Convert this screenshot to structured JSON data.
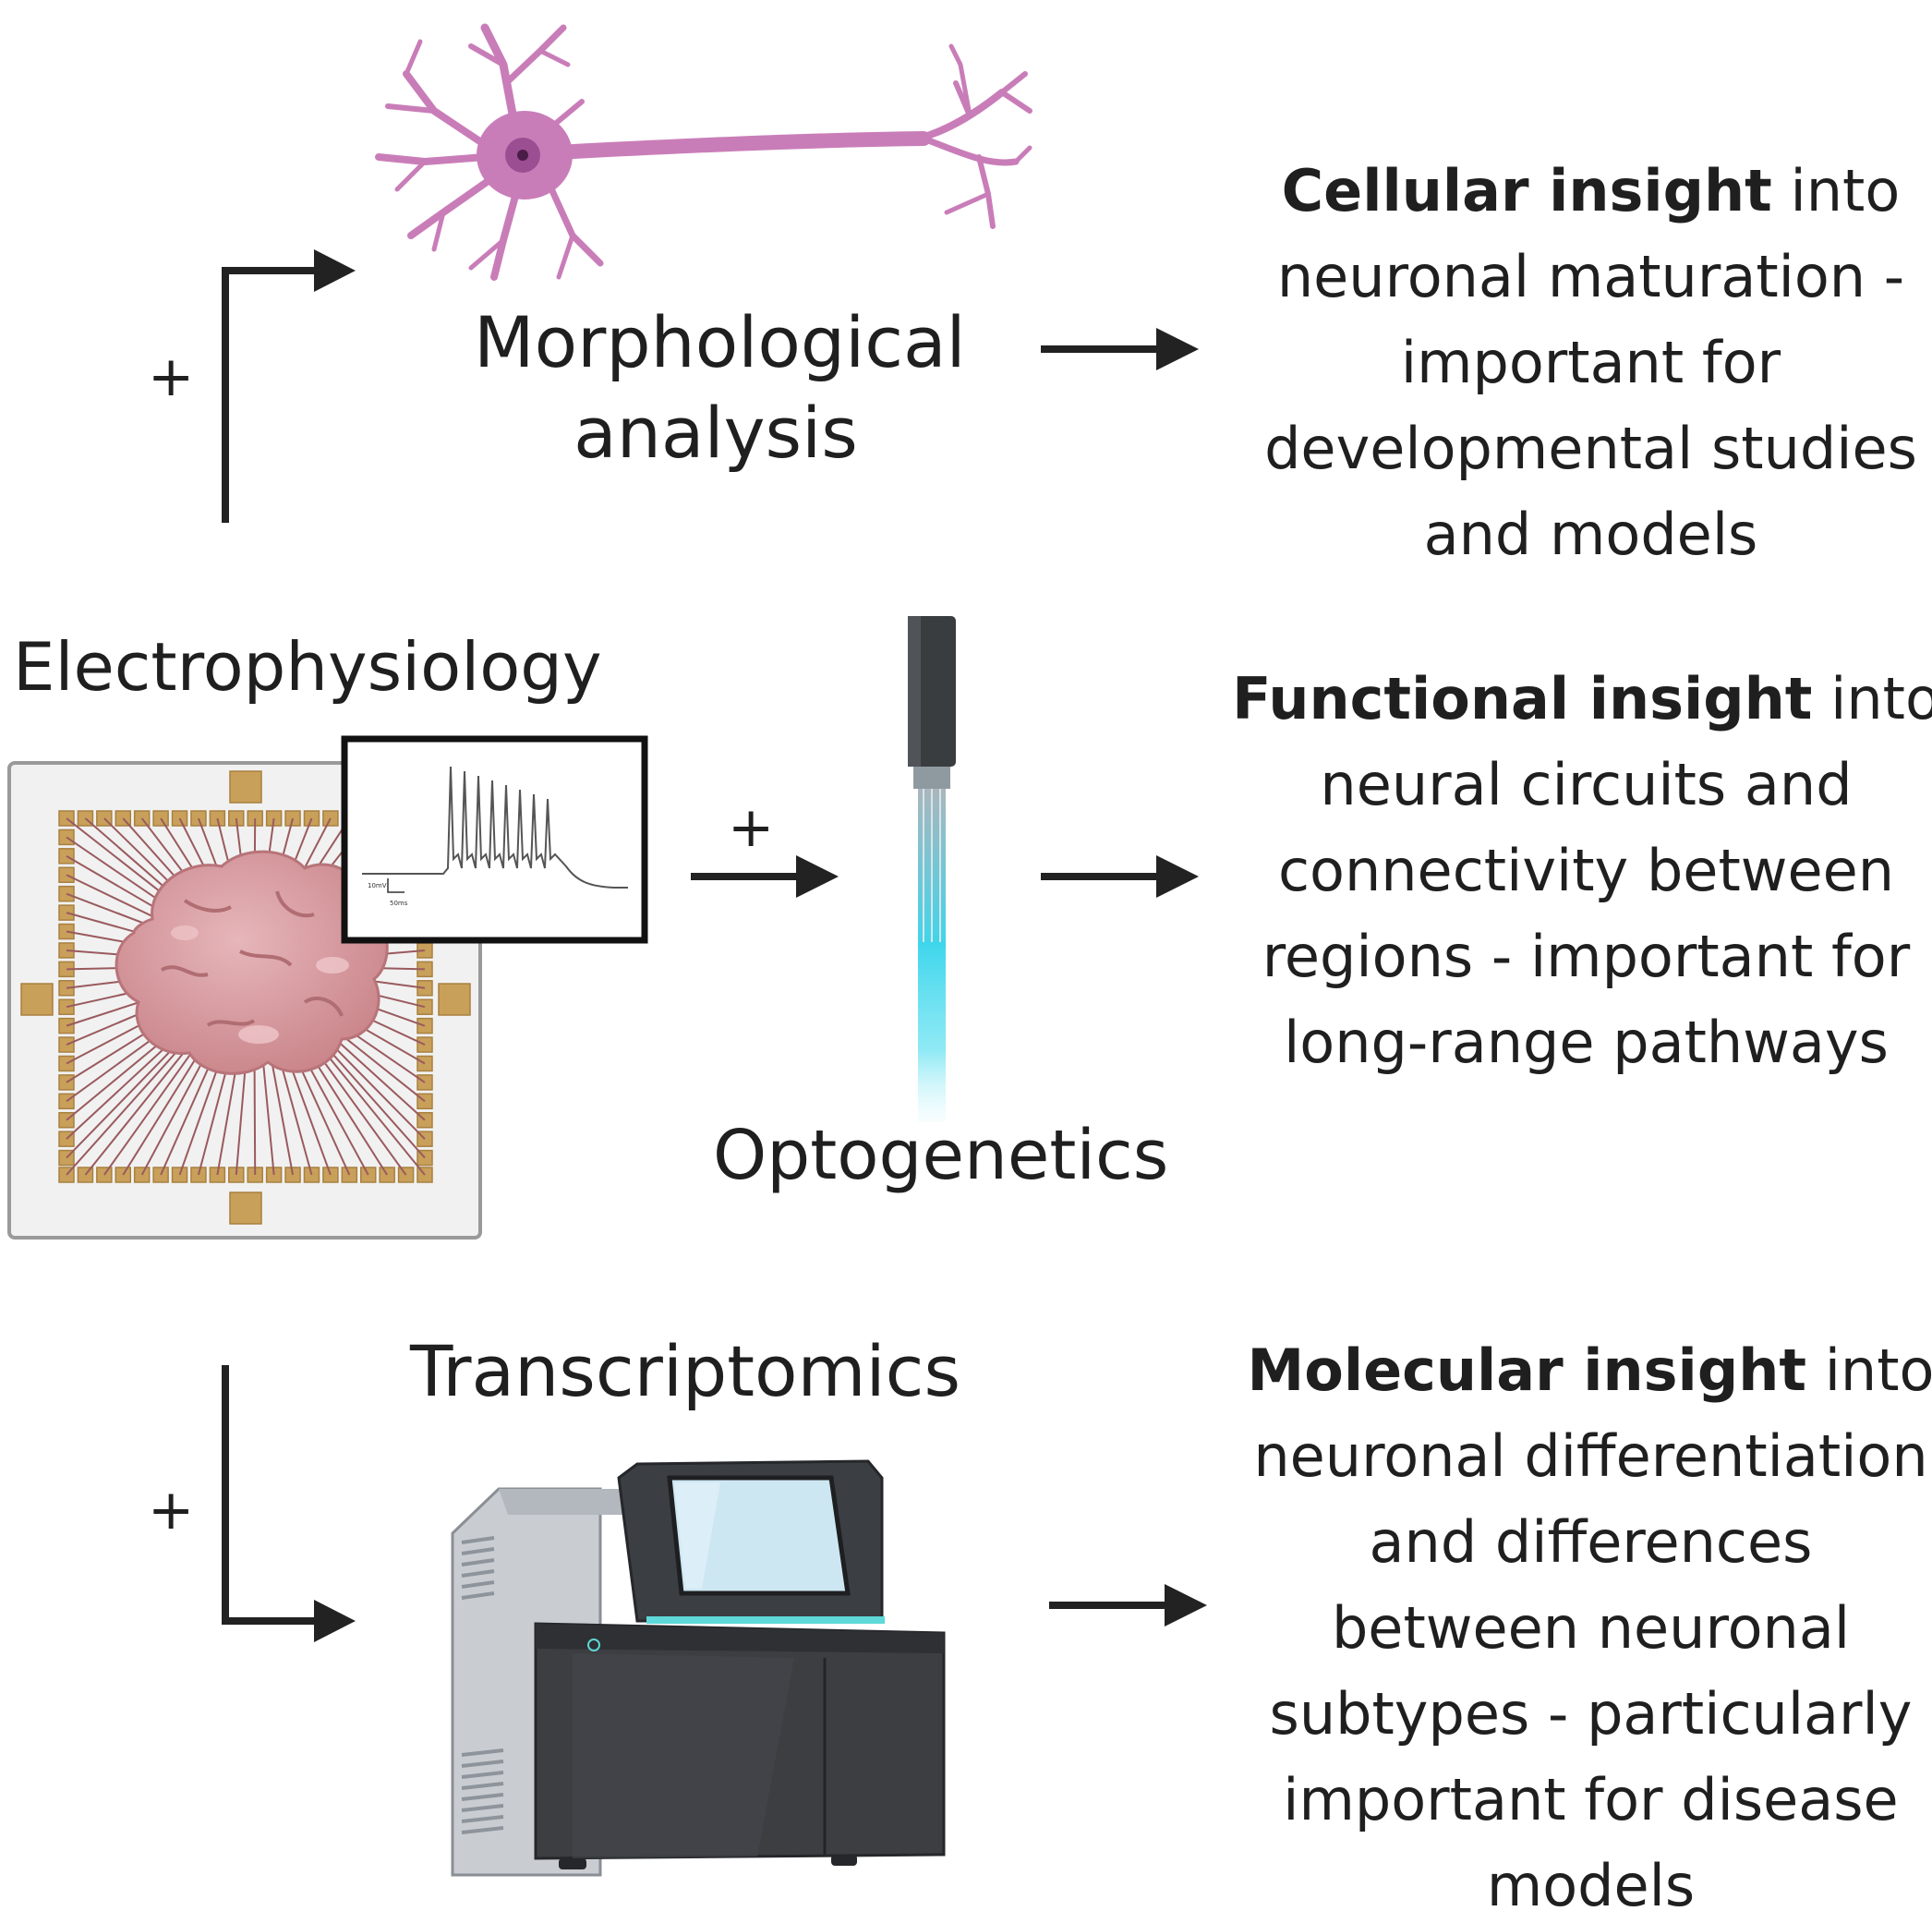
{
  "labels": {
    "morphological": [
      "Morphological",
      "analysis"
    ],
    "electrophysiology": "Electrophysiology",
    "optogenetics": "Optogenetics",
    "transcriptomics": "Transcriptomics",
    "plus": "+"
  },
  "trace_scale": {
    "voltage": "10mV",
    "time": "50ms"
  },
  "insights": {
    "cellular": {
      "bold": "Cellular insight",
      "rest": " into",
      "lines": [
        "neuronal maturation -",
        "important for",
        "developmental studies",
        "and models"
      ]
    },
    "functional": {
      "bold": "Functional insight",
      "rest": " into",
      "lines": [
        "neural circuits and",
        "connectivity between",
        "regions - important for",
        "long-range pathways"
      ]
    },
    "molecular": {
      "bold": "Molecular insight",
      "rest": " into",
      "lines": [
        "neuronal differentiation",
        "and differences",
        "between neuronal",
        "subtypes - particularly",
        "important for disease",
        "models"
      ]
    }
  },
  "colors": {
    "neuron": "#c97db8",
    "electrode_pad": "#c9a05a",
    "organoid": "#cf8f94",
    "light": "#3ed6ec",
    "arrow": "#222222"
  }
}
